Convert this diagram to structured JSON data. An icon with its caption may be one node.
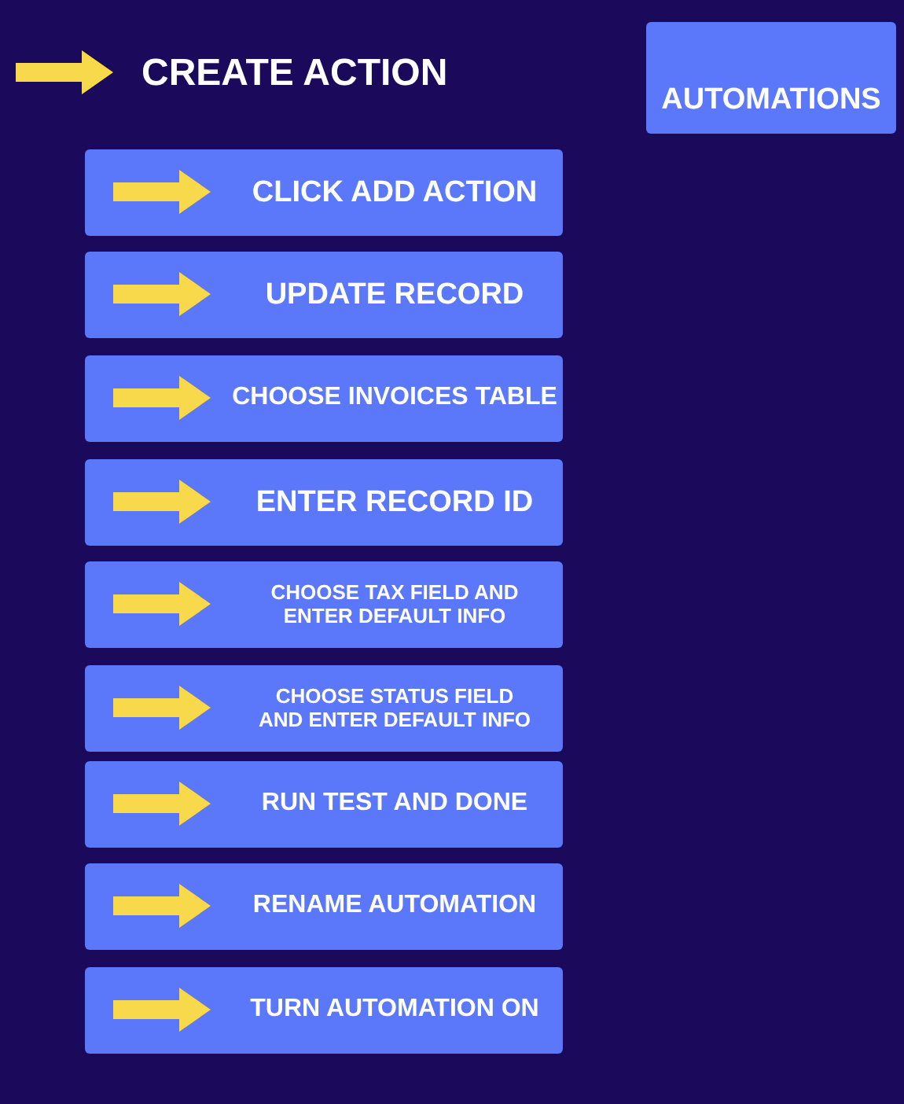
{
  "diagram": {
    "title": "CREATE ACTION",
    "nodes": [
      {
        "text": [
          "AUTOMATIONS"
        ]
      },
      {
        "text": [
          "CLICK ADD ACTION"
        ]
      },
      {
        "text": [
          "UPDATE RECORD"
        ]
      },
      {
        "text": [
          "CHOOSE INVOICES TABLE"
        ]
      },
      {
        "text": [
          "ENTER RECORD ID"
        ]
      },
      {
        "text": [
          "CHOOSE TAX FIELD AND ENTER DEFAULT INFO"
        ]
      },
      {
        "text": [
          "CHOOSE STATUS FIELD AND ENTER DEFAULT INFO"
        ]
      },
      {
        "text": [
          "RUN TEST AND DONE"
        ]
      },
      {
        "text": [
          "RENAME AUTOMATION"
        ]
      },
      {
        "text": [
          "TURN AUTOMATION ON"
        ]
      }
    ]
  }
}
